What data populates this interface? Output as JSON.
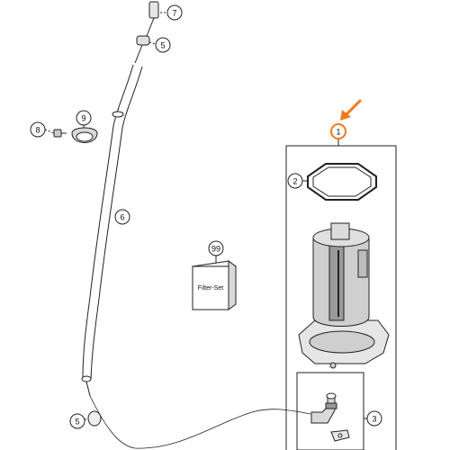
{
  "callouts": {
    "c7": "7",
    "c5_top": "5",
    "c8": "8",
    "c9": "9",
    "c6": "6",
    "c99": "99",
    "c1": "1",
    "c2": "2",
    "c3": "3",
    "c5_bottom": "5"
  },
  "filter_box_label": "Filter-Set",
  "colors": {
    "line": "#222222",
    "highlight": "#f07a1c",
    "part_fill": "#d9d9d9",
    "part_dark": "#9a9a9a"
  }
}
